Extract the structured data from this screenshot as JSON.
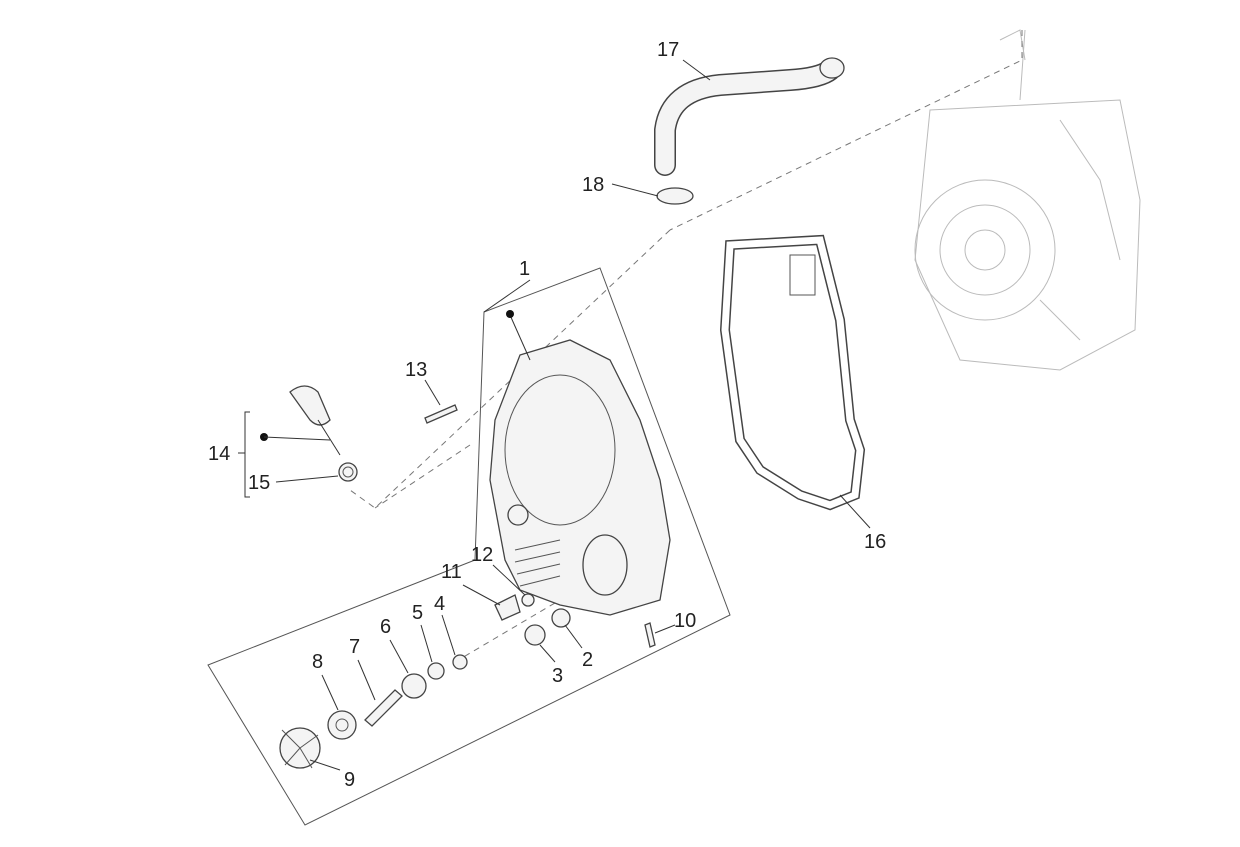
{
  "diagram": {
    "type": "exploded-parts-diagram",
    "parts": [
      {
        "id": "p1",
        "label": "1"
      },
      {
        "id": "p2",
        "label": "2"
      },
      {
        "id": "p3",
        "label": "3"
      },
      {
        "id": "p4",
        "label": "4"
      },
      {
        "id": "p5",
        "label": "5"
      },
      {
        "id": "p6",
        "label": "6"
      },
      {
        "id": "p7",
        "label": "7"
      },
      {
        "id": "p8",
        "label": "8"
      },
      {
        "id": "p9",
        "label": "9"
      },
      {
        "id": "p10",
        "label": "10"
      },
      {
        "id": "p11",
        "label": "11"
      },
      {
        "id": "p12",
        "label": "12"
      },
      {
        "id": "p13",
        "label": "13"
      },
      {
        "id": "p14",
        "label": "14"
      },
      {
        "id": "p15",
        "label": "15"
      },
      {
        "id": "p16",
        "label": "16"
      },
      {
        "id": "p17",
        "label": "17"
      },
      {
        "id": "p18",
        "label": "18"
      }
    ]
  }
}
